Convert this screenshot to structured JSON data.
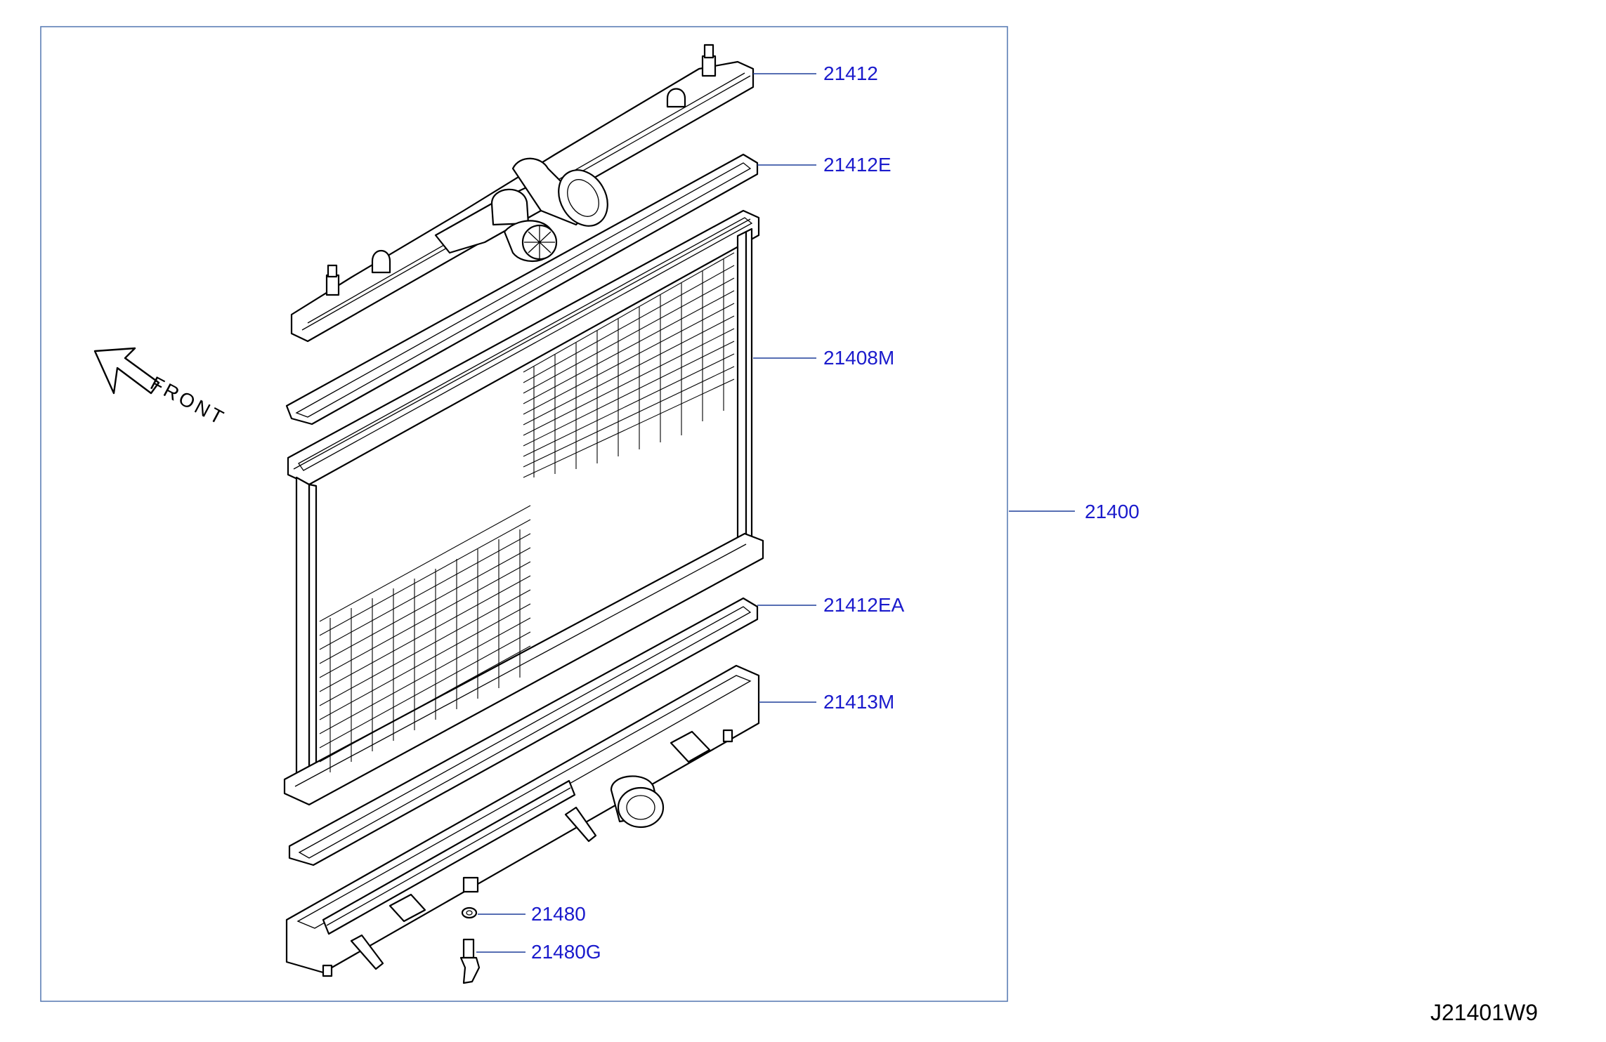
{
  "callouts": [
    {
      "id": "21412",
      "label": "21412"
    },
    {
      "id": "21412E",
      "label": "21412E"
    },
    {
      "id": "21408M",
      "label": "21408M"
    },
    {
      "id": "21400",
      "label": "21400"
    },
    {
      "id": "21412EA",
      "label": "21412EA"
    },
    {
      "id": "21413M",
      "label": "21413M"
    },
    {
      "id": "21480",
      "label": "21480"
    },
    {
      "id": "21480G",
      "label": "21480G"
    }
  ],
  "front_label": "FRONT",
  "drawing_code": "J21401W9",
  "colors": {
    "frame": "#5d7fb6",
    "callout_text": "#1a1acc",
    "leader": "#1f3f9a",
    "line_art": "#000000"
  }
}
